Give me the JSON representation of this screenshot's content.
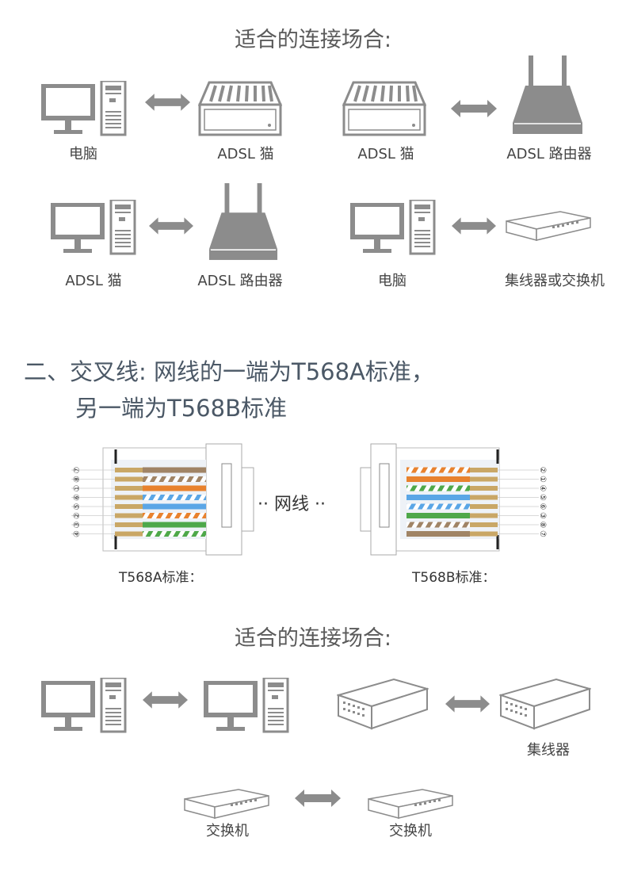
{
  "section1": {
    "title": "适合的连接场合:",
    "pairs": [
      {
        "left": "电脑",
        "right": "ADSL 猫"
      },
      {
        "left": "ADSL 猫",
        "right": "ADSL 路由器"
      },
      {
        "left": "ADSL 猫",
        "right": "ADSL 路由器"
      },
      {
        "left": "电脑",
        "right": "集线器或交换机"
      }
    ]
  },
  "crossover": {
    "heading_line1": "二、交叉线: 网线的一端为T568A标准，",
    "heading_line2": "另一端为T568B标准",
    "cable_label": "网线",
    "left_connector": {
      "label": "T568A标准：",
      "pins": [
        "⑦",
        "⑧",
        "①",
        "⑥",
        "⑤",
        "②",
        "③",
        "④"
      ],
      "wires": [
        "brown",
        "brown-stripe",
        "orange",
        "blue-stripe",
        "blue",
        "orange-stripe",
        "green",
        "green-stripe"
      ]
    },
    "right_connector": {
      "label": "T568B标准：",
      "pins": [
        "②",
        "①",
        "④",
        "⑤",
        "⑥",
        "③",
        "⑧",
        "⑦"
      ],
      "wires": [
        "orange-stripe",
        "orange",
        "green-stripe",
        "blue",
        "blue-stripe",
        "green",
        "brown-stripe",
        "brown"
      ]
    }
  },
  "section2": {
    "title": "适合的连接场合:",
    "hub_label": "集线器",
    "switch_left": "交换机",
    "switch_right": "交换机"
  },
  "colors": {
    "icon": "#8c8c8c",
    "brown": "#a08466",
    "orange": "#e8822e",
    "blue": "#5aa6e6",
    "green": "#4ea84a",
    "gold": "#c9a766"
  }
}
